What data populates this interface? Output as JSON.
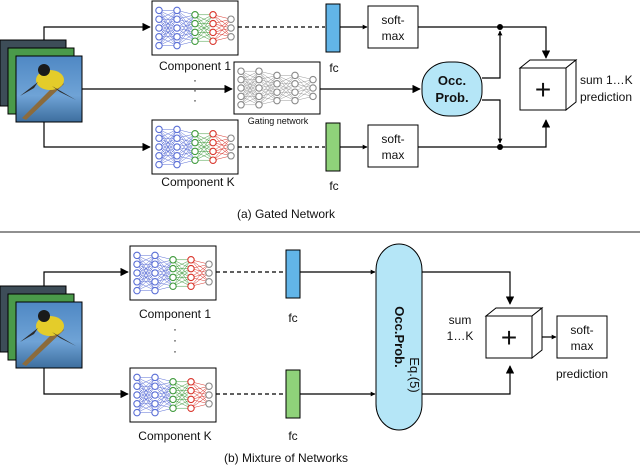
{
  "top": {
    "component_1_label": "Component 1",
    "component_k_label": "Component K",
    "gating_label": "Gating network",
    "fc_label_1": "fc",
    "fc_label_2": "fc",
    "softmax_1_line1": "soft-",
    "softmax_1_line2": "max",
    "softmax_2_line1": "soft-",
    "softmax_2_line2": "max",
    "occ_line1": "Occ.",
    "occ_line2": "Prob.",
    "sum_line1": "sum 1…K",
    "sum_line2": "prediction",
    "plus_symbol": "+",
    "caption": "(a) Gated Network"
  },
  "bottom": {
    "component_1_label": "Component 1",
    "component_k_label": "Component K",
    "fc_label_1": "fc",
    "fc_label_2": "fc",
    "occ_bold": "Occ.Prob.",
    "occ_eq": "Eq.(5)",
    "sum_line1": "sum",
    "sum_line2": "1…K",
    "plus_symbol": "+",
    "softmax_line1": "soft-",
    "softmax_line2": "max",
    "prediction_label": "prediction",
    "caption": "(b) Mixture of Networks"
  },
  "colors": {
    "fc_blue": "#62b5e8",
    "fc_green": "#8fd27a",
    "occ_fill": "#b5e6f7",
    "node_blue": "#5b6fd6",
    "node_green": "#3f9a3c",
    "node_red": "#d9342b",
    "node_gray": "#8a8a8a"
  }
}
